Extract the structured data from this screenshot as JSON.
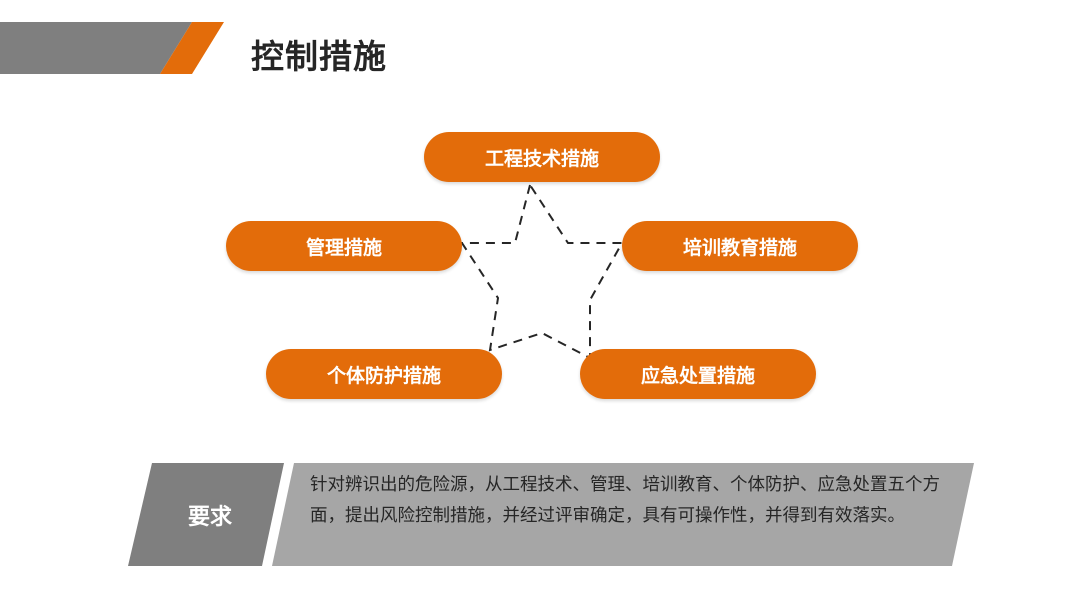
{
  "header": {
    "title": "控制措施"
  },
  "diagram": {
    "nodes": [
      {
        "id": "engineering",
        "label": "工程技术措施"
      },
      {
        "id": "management",
        "label": "管理措施"
      },
      {
        "id": "training",
        "label": "培训教育措施"
      },
      {
        "id": "ppe",
        "label": "个体防护措施"
      },
      {
        "id": "emergency",
        "label": "应急处置措施"
      }
    ],
    "connector_shape": "star",
    "connector_style": "dashed"
  },
  "requirements": {
    "label": "要求",
    "text": "针对辨识出的危险源，从工程技术、管理、培训教育、个体防护、应急处置五个方面，提出风险控制措施，并经过评审确定，具有可操作性，并得到有效落实。"
  },
  "colors": {
    "accent": "#e36c0a",
    "gray_dark": "#7f7f7f",
    "gray_light": "#a6a6a6",
    "title_text": "#262626"
  }
}
